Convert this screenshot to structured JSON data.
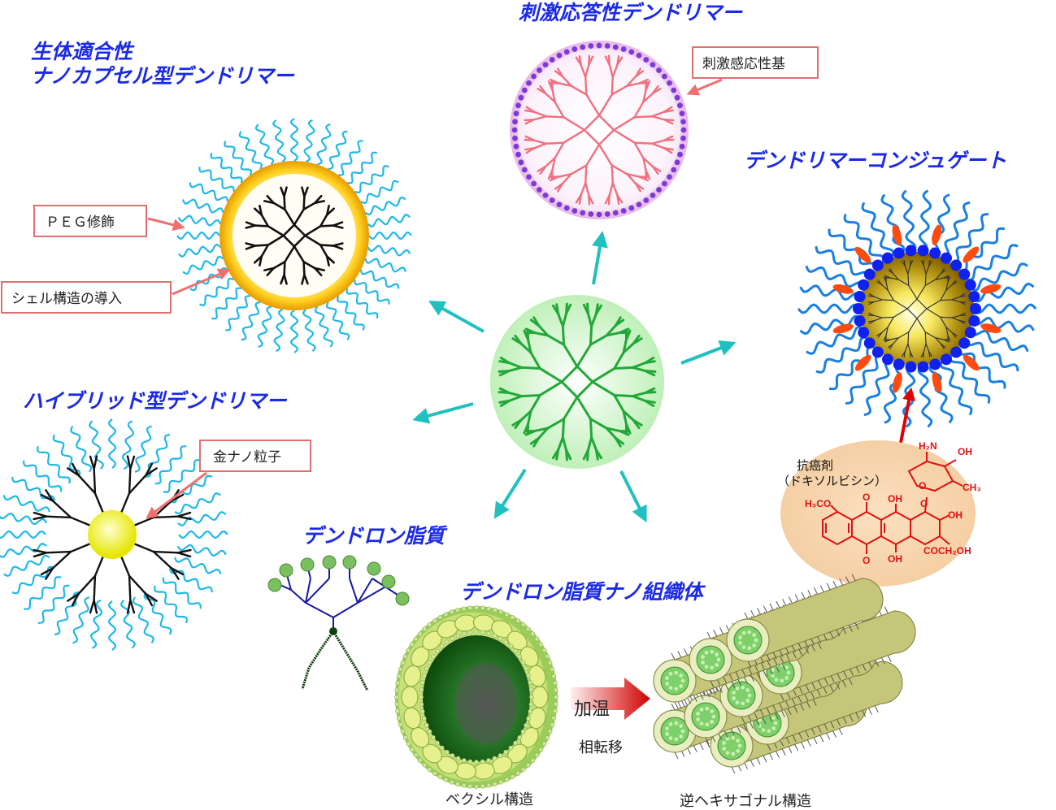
{
  "titles": {
    "biocompatible_line1": "生体適合性",
    "biocompatible_line2": "ナノカプセル型デンドリマー",
    "stimuli": "刺激応答性デンドリマー",
    "conjugate": "デンドリマーコンジュゲート",
    "hybrid": "ハイブリッド型デンドリマー",
    "dendron_lipid": "デンドロン脂質",
    "dendron_assembly": "デンドロン脂質ナノ組織体"
  },
  "labels": {
    "peg": "ＰＥＧ修飾",
    "shell": "シェル構造の導入",
    "stimuli_group": "刺激感応性基",
    "gold": "金ナノ粒子"
  },
  "drug": {
    "name_line1": "抗癌剤",
    "name_line2": "（ドキソルビシン）",
    "groups": [
      "H₂N",
      "OH",
      "CH₃",
      "H₃CO",
      "O",
      "OH",
      "OH",
      "COCH₂OH",
      "O",
      "OH",
      "O",
      "O"
    ]
  },
  "transition": {
    "heating": "加温",
    "phase": "相転移"
  },
  "captions": {
    "vesicle": "ベクシル構造",
    "hexagonal": "逆ヘキサゴナル構造"
  },
  "colors": {
    "title": "#1a2ae6",
    "arrow": "#20c0c0",
    "peg": "#20b8e8",
    "center_dendrimer": "#22a838",
    "stimuli_branches": "#f07080",
    "conjugate_beads": "#1020ee",
    "drug": "#e01010"
  }
}
